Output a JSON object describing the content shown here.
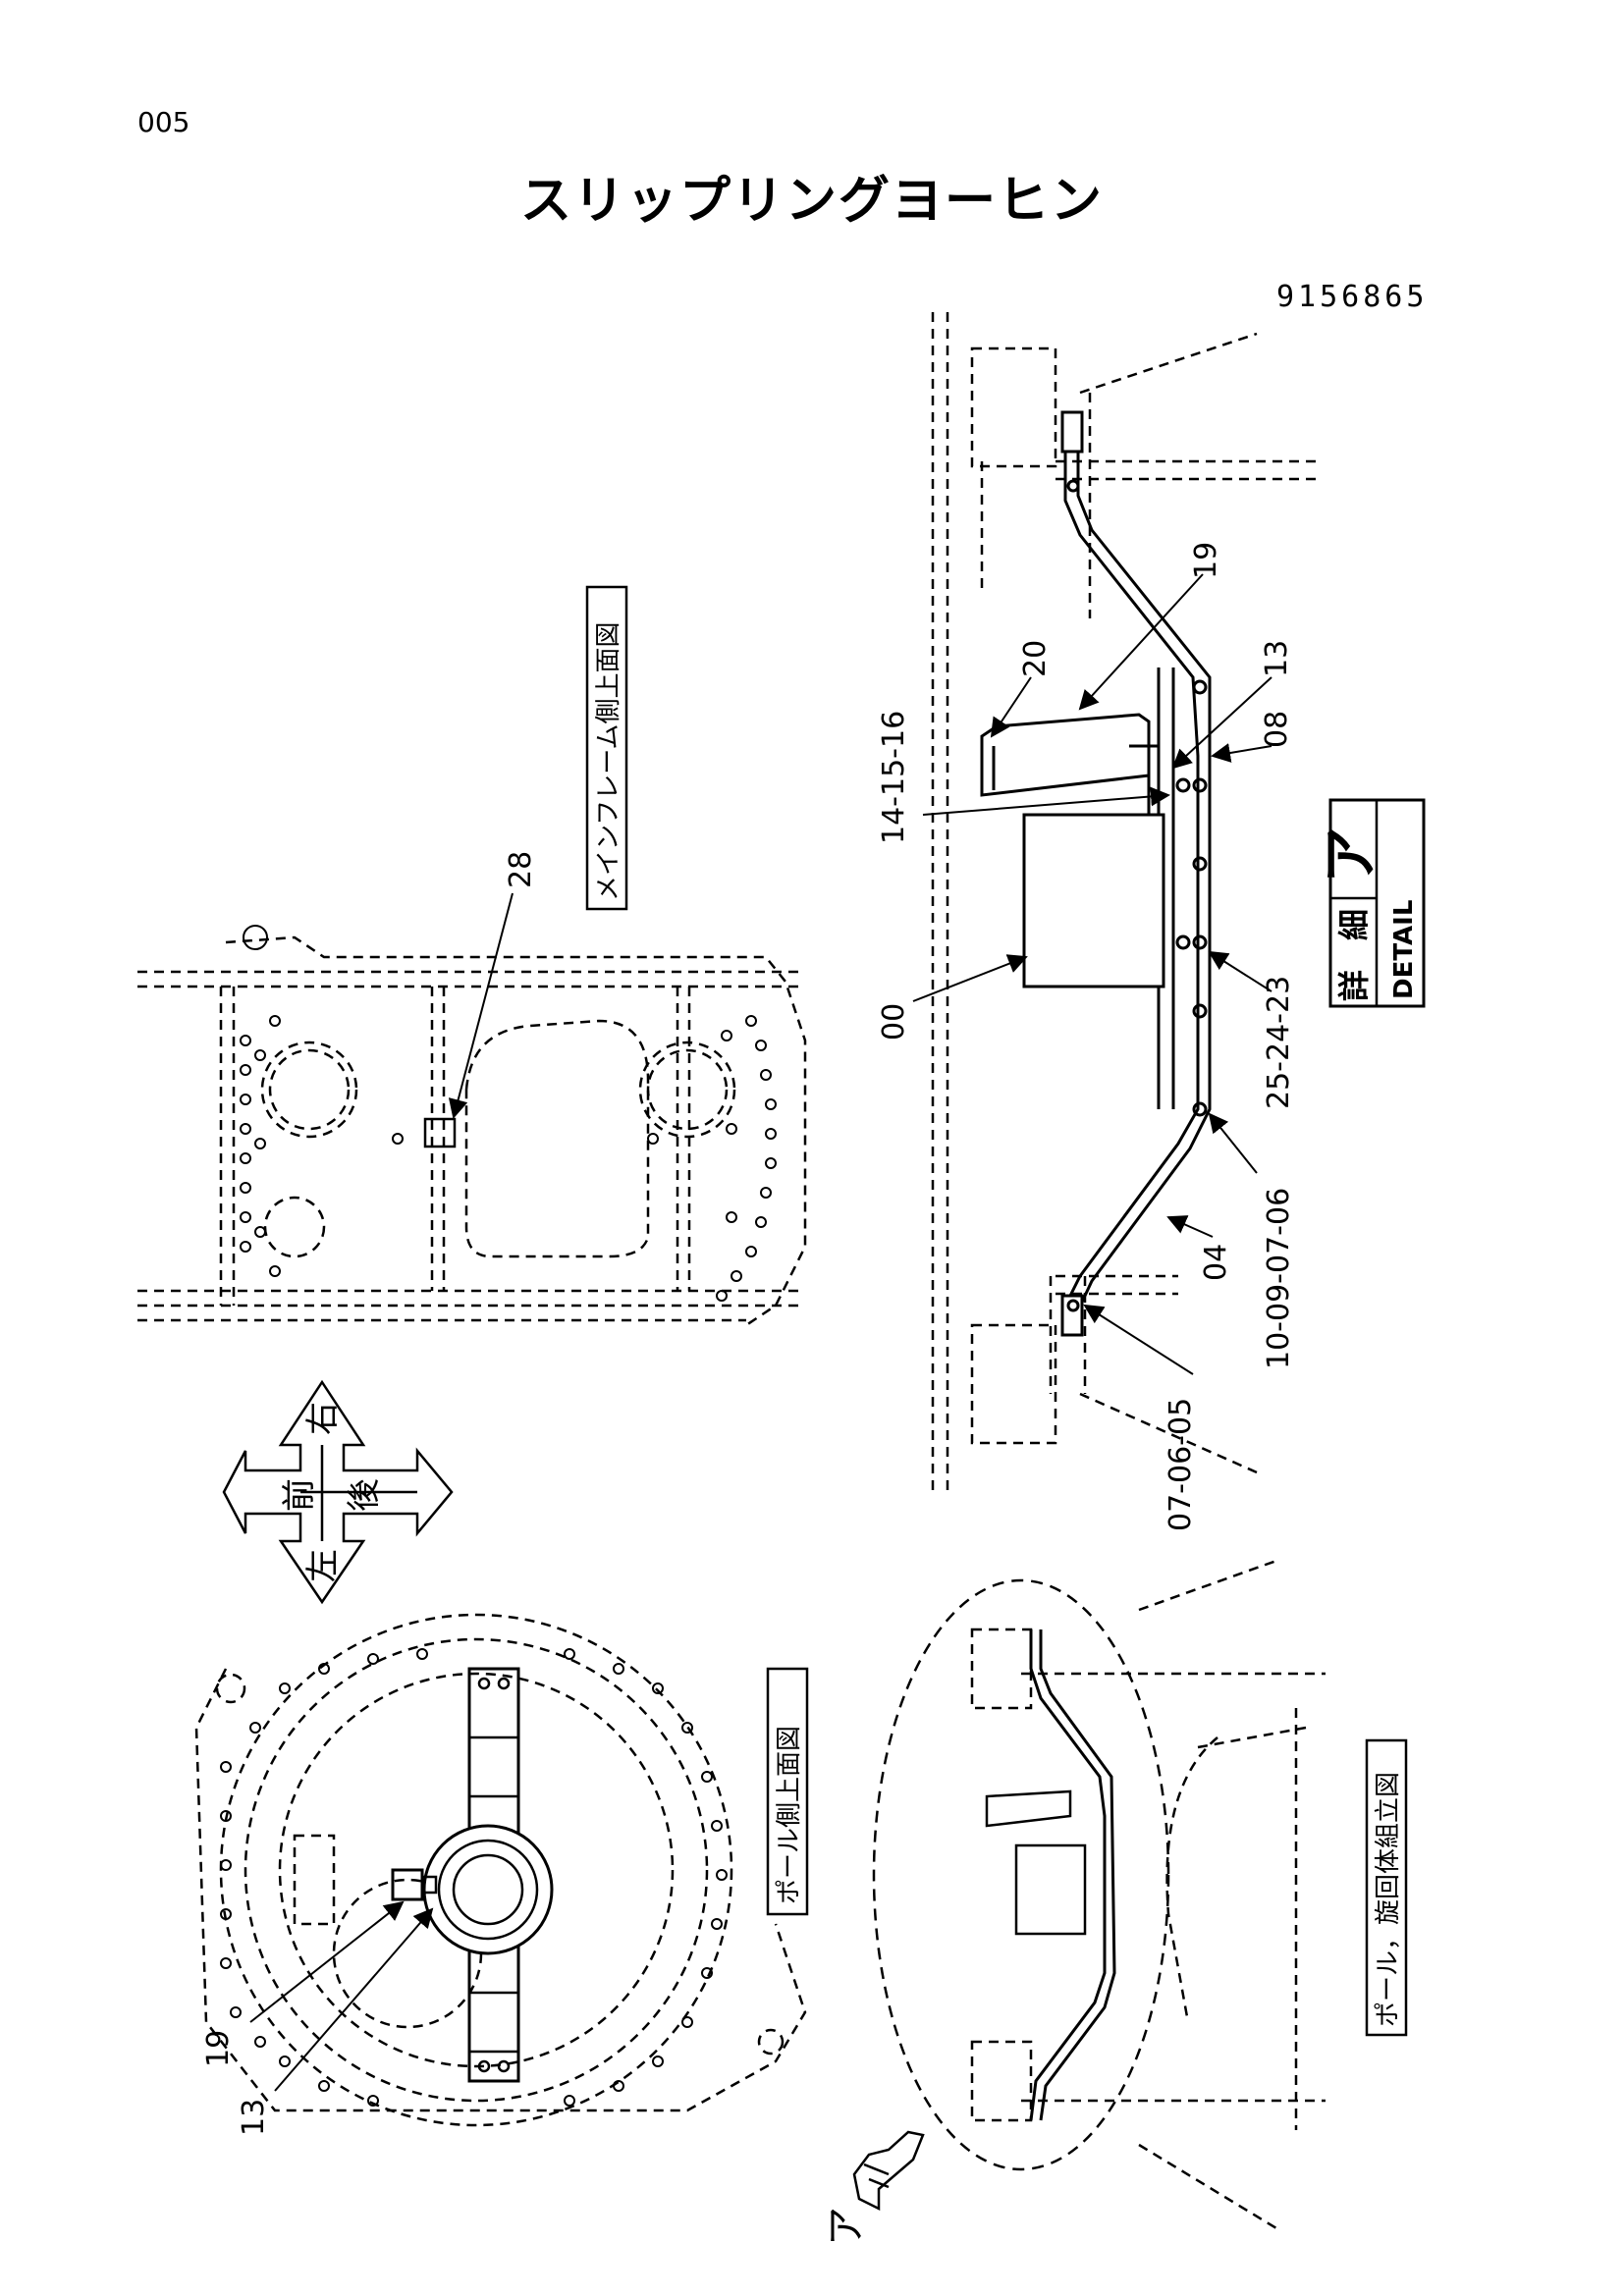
{
  "header": {
    "page_number": "005",
    "title": "スリップリングヨーヒン",
    "part_number": "9156865"
  },
  "views": {
    "mainframe_label": "メインフレーム側上面図",
    "pole_label": "ポール側上面図",
    "assembly_label": "ポール，旋回体組立図",
    "detail": {
      "kanji1": "詳",
      "kanji2": "細",
      "english": "DETAIL",
      "mark": "ア"
    },
    "pointer_mark": "ア"
  },
  "compass": {
    "front": "前",
    "right": "右",
    "left": "左",
    "rear": "後"
  },
  "callouts": {
    "mf_28": "28",
    "pole_19": "19",
    "pole_13": "13",
    "d_19": "19",
    "d_20": "20",
    "d_13": "13",
    "d_08": "08",
    "d_14_15_16": "14-15-16",
    "d_00": "00",
    "d_25_24_23": "25-24-23",
    "d_10_09_07_06": "10-09-07-06",
    "d_04": "04",
    "d_07_06_05": "07-06-05"
  }
}
